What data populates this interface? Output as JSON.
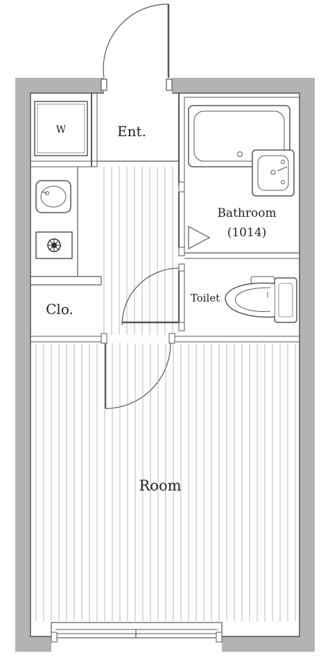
{
  "rooms": {
    "washer": "W",
    "entrance": "Ent.",
    "bathroom": "Bathroom",
    "bathroom_number": "(1014)",
    "toilet": "Toilet",
    "closet": "Clo.",
    "room": "Room"
  },
  "colors": {
    "wall": "#b3b3b3",
    "line": "#555555",
    "floor_stripe": "#9a9a9a"
  }
}
